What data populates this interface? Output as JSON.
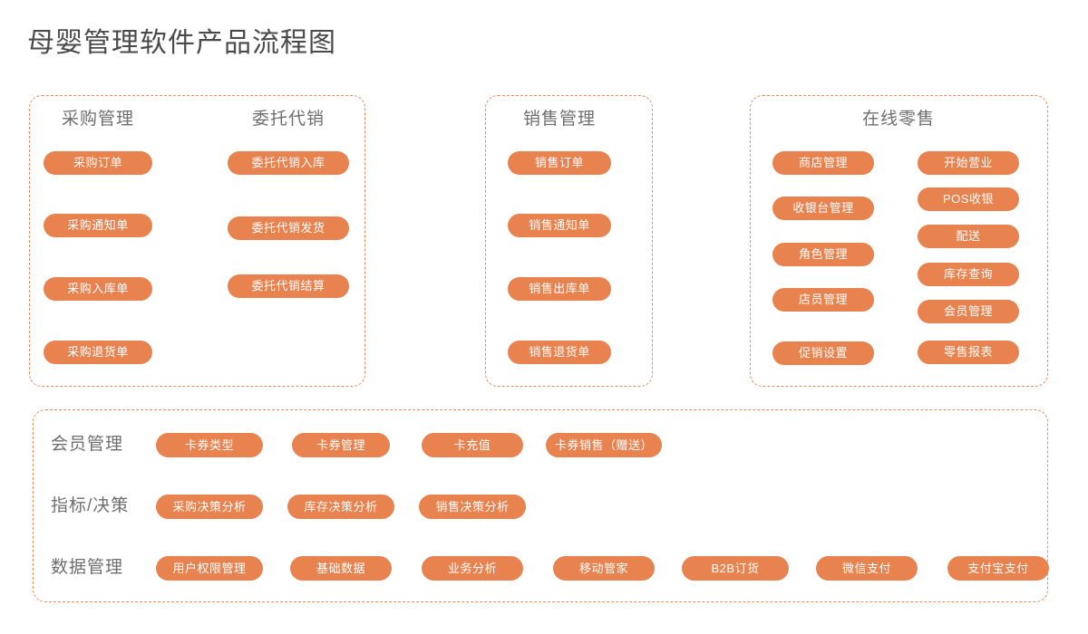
{
  "page": {
    "title": "母婴管理软件产品流程图",
    "accent_color": "#e8824f",
    "border_color": "#ec8a5e",
    "heading_color": "#6e6e6e",
    "title_color": "#4a4a4a",
    "background_color": "#ffffff"
  },
  "panels": [
    {
      "id": "procurement-consignment",
      "columns": [
        {
          "heading": "采购管理",
          "items": [
            "采购订单",
            "采购通知单",
            "采购入库单",
            "采购退货单"
          ]
        },
        {
          "heading": "委托代销",
          "items": [
            "委托代销入库",
            "委托代销发货",
            "委托代销结算"
          ]
        }
      ]
    },
    {
      "id": "sales-management",
      "columns": [
        {
          "heading": "销售管理",
          "items": [
            "销售订单",
            "销售通知单",
            "销售出库单",
            "销售退货单"
          ]
        }
      ]
    },
    {
      "id": "online-retail",
      "heading": "在线零售",
      "columns": [
        {
          "heading": "",
          "items": [
            "商店管理",
            "收银台管理",
            "角色管理",
            "店员管理",
            "促销设置"
          ]
        },
        {
          "heading": "",
          "items": [
            "开始营业",
            "POS收银",
            "配送",
            "库存查询",
            "会员管理",
            "零售报表"
          ]
        }
      ]
    }
  ],
  "bottom_panel": {
    "rows": [
      {
        "label": "会员管理",
        "items": [
          "卡券类型",
          "卡券管理",
          "卡充值",
          "卡券销售（赠送）"
        ]
      },
      {
        "label": "指标/决策",
        "items": [
          "采购决策分析",
          "库存决策分析",
          "销售决策分析"
        ]
      },
      {
        "label": "数据管理",
        "items": [
          "用户权限管理",
          "基础数据",
          "业务分析",
          "移动管家",
          "B2B订货",
          "微信支付",
          "支付宝支付"
        ]
      }
    ]
  }
}
